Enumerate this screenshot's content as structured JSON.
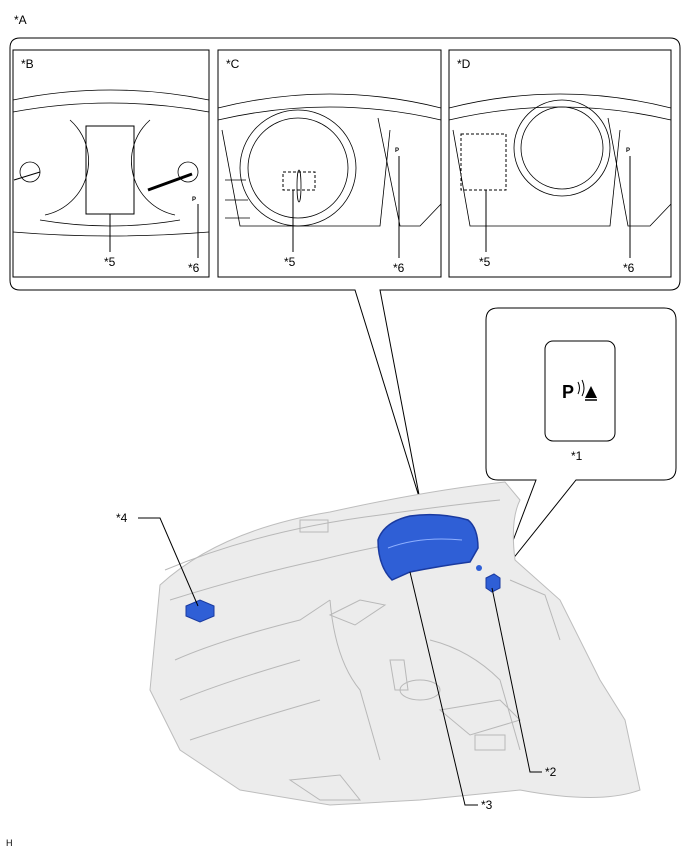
{
  "figure_label": "*A",
  "panels": [
    {
      "label": "*B",
      "callout_display": "*5",
      "callout_switch_icon": "*6",
      "icon_text": "P"
    },
    {
      "label": "*C",
      "callout_display": "*5",
      "callout_switch_icon": "*6",
      "icon_text": "P"
    },
    {
      "label": "*D",
      "callout_display": "*5",
      "callout_switch_icon": "*6",
      "icon_text": "P"
    }
  ],
  "switch_detail": {
    "label": "*1",
    "icon_text": "P"
  },
  "callouts": {
    "c2": "*2",
    "c3": "*3",
    "c4": "*4"
  },
  "corner_code": "H",
  "colors": {
    "part_highlight": "#2f5fd6",
    "part_dark": "#1a3aa0",
    "dash_gray": "#e6e6e6"
  }
}
